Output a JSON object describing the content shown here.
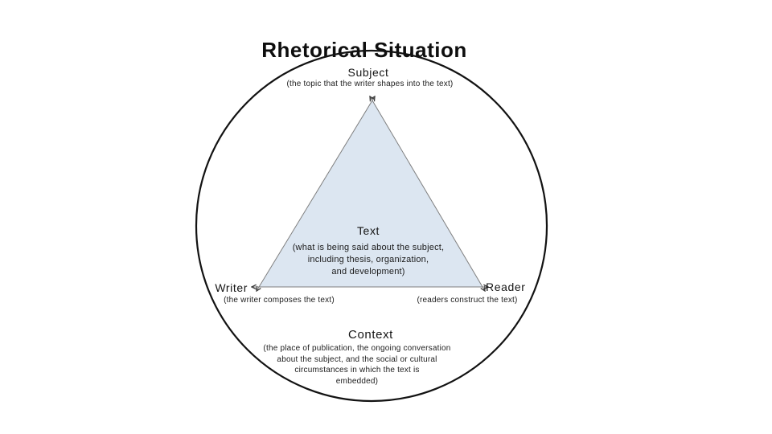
{
  "slide": {
    "title": "Rhetorical Situation"
  },
  "diagram": {
    "type": "triangle-in-circle",
    "colors": {
      "circle_stroke": "#121212",
      "triangle_fill": "#dce6f1",
      "edge_stroke": "#7f7f7f",
      "arrow_stroke": "#3a3a3a"
    },
    "nodes": {
      "subject": {
        "label": "Subject",
        "description": "(the topic that the writer shapes into the text)"
      },
      "text": {
        "label": "Text",
        "description_lines": [
          "(what is being said about the subject,",
          "including thesis, organization,",
          "and development)"
        ]
      },
      "writer": {
        "label": "Writer",
        "description": "(the writer composes the text)"
      },
      "reader": {
        "label": "Reader",
        "description": "(readers construct the text)"
      },
      "context": {
        "label": "Context",
        "description_lines": [
          "(the place of publication, the ongoing conversation",
          "about the subject, and the social or cultural",
          "circumstances in which the text is",
          "embedded)"
        ]
      }
    },
    "edges": [
      {
        "from": "writer",
        "to": "subject",
        "bidirectional": true
      },
      {
        "from": "subject",
        "to": "reader",
        "bidirectional": true
      },
      {
        "from": "writer",
        "to": "reader",
        "bidirectional": true
      }
    ]
  }
}
